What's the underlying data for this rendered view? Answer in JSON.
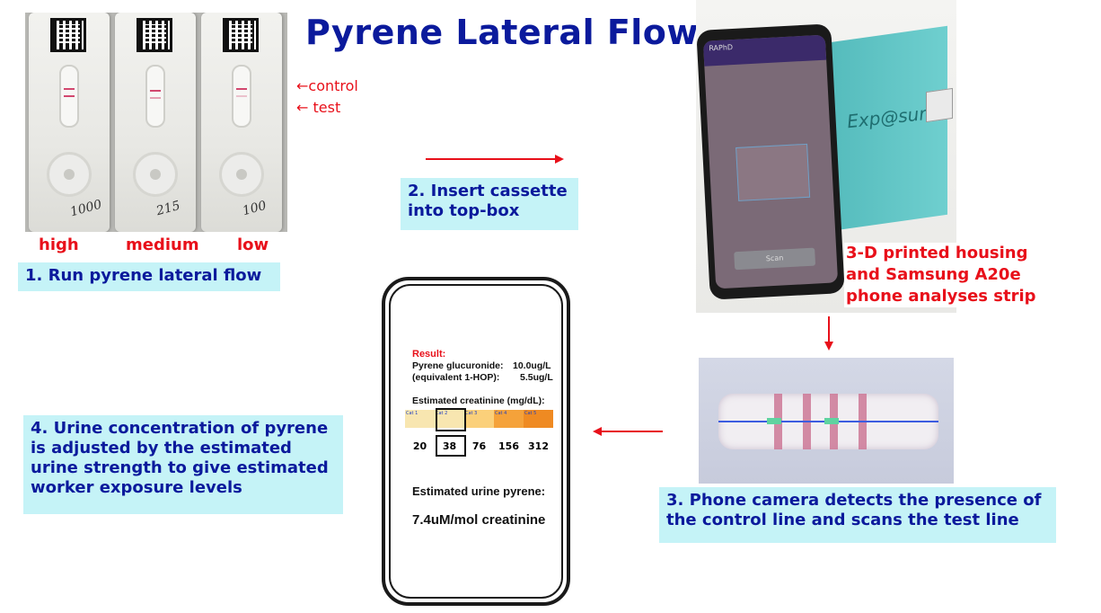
{
  "title": "Pyrene Lateral Flow",
  "cassettes": {
    "labels": [
      "high",
      "medium",
      "low"
    ],
    "handwritten": [
      "1000",
      "215",
      "100"
    ]
  },
  "line_legend": {
    "control": "←control",
    "test": "← test"
  },
  "steps": {
    "step1": "1. Run pyrene lateral flow",
    "step2_line1": "2. Insert cassette",
    "step2_line2": "into top-box",
    "step3_line1": "3. Phone camera detects the presence of",
    "step3_line2": "the control line and scans the test line",
    "step4_line1": "4. Urine concentration of pyrene",
    "step4_line2": "is adjusted by the estimated",
    "step4_line3": "urine strength to give estimated",
    "step4_line4": "worker exposure levels"
  },
  "device": {
    "note_line1": "3-D printed housing",
    "note_line2": "and Samsung A20e",
    "note_line3": "phone analyses strip",
    "app_name": "RAPhD",
    "housing_label": "Exp@sure",
    "button_label": "Scan"
  },
  "result_screen": {
    "result_label": "Result:",
    "glucuronide_label": "Pyrene glucuronide:",
    "glucuronide_value": "10.0ug/L",
    "equivalent_label": "(equivalent 1-HOP):",
    "equivalent_value": "5.5ug/L",
    "creatinine_label": "Estimated creatinine (mg/dL):",
    "categories": [
      "Cat 1",
      "Cat 2",
      "Cat 3",
      "Cat 4",
      "Cat 5"
    ],
    "category_colors": [
      "#f8e6b0",
      "#f8e6b0",
      "#fbd07a",
      "#f5a23a",
      "#ef8a22"
    ],
    "values": [
      "20",
      "38",
      "76",
      "156",
      "312"
    ],
    "selected_index": 1,
    "urine_label": "Estimated urine pyrene:",
    "urine_value": "7.4uM/mol creatinine"
  }
}
